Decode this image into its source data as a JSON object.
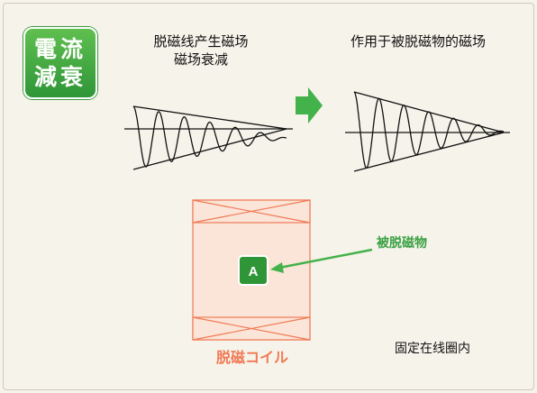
{
  "badge": {
    "line1": "電流",
    "line2": "減衰"
  },
  "captions": {
    "left_line1": "脱磁线产生磁场",
    "left_line2": "磁场衰减",
    "right": "作用于被脱磁物的磁场"
  },
  "coil": {
    "label": "脱磁コイル"
  },
  "target": {
    "letter": "A",
    "label": "被脱磁物"
  },
  "note": "固定在线圈内",
  "colors": {
    "green": "#3aa043",
    "coil": "#f07a55",
    "coil_fill": "#fbe5d8",
    "arrow": "#43b24a"
  }
}
